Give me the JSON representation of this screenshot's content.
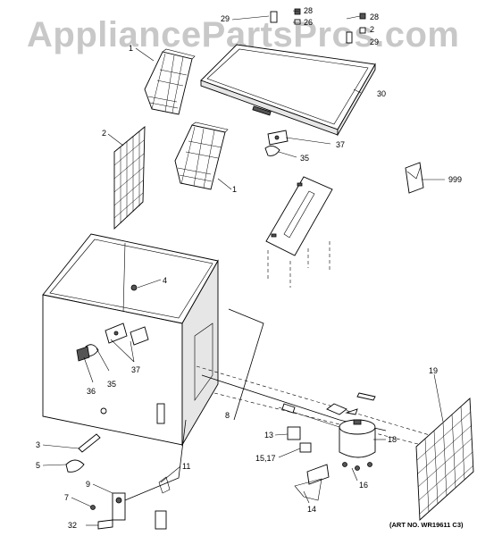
{
  "watermark": "AppliancePartsPros.com",
  "art_number": "(ART NO. WR19611 C3)",
  "callouts": {
    "p1a": "1",
    "p1b": "1",
    "p2": "2",
    "p3": "3",
    "p4": "4",
    "p5": "5",
    "p7": "7",
    "p8": "8",
    "p9": "9",
    "p11": "11",
    "p13": "13",
    "p14": "14",
    "p1517": "15,17",
    "p16": "16",
    "p18": "18",
    "p19": "19",
    "p26": "26",
    "p28a": "28",
    "p28b": "28",
    "p29a": "29",
    "p29b": "29",
    "p2x": "2",
    "p30": "30",
    "p32": "32",
    "p35a": "35",
    "p35b": "35",
    "p36": "36",
    "p37a": "37",
    "p37b": "37",
    "p999": "999"
  }
}
